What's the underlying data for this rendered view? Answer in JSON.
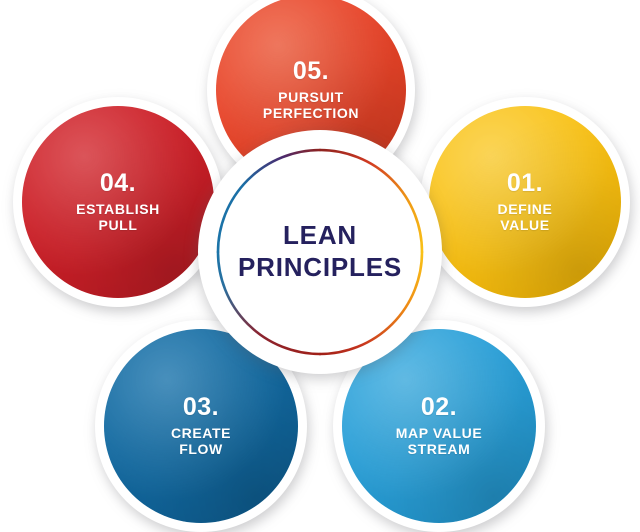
{
  "diagram": {
    "type": "petal-cycle",
    "center": {
      "title_line1": "LEAN",
      "title_line2": "PRINCIPLES",
      "text_color": "#25215e",
      "ring_colors": [
        "#1b74a8",
        "#2a1d60",
        "#b0281f",
        "#e8452a",
        "#f0a019",
        "#f9c217"
      ]
    },
    "petals": [
      {
        "id": "01",
        "number": "01.",
        "label_line1": "DEFINE",
        "label_line2": "VALUE",
        "color": "#f9c217",
        "position": "right"
      },
      {
        "id": "02",
        "number": "02.",
        "label_line1": "MAP VALUE",
        "label_line2": "STREAM",
        "color": "#2ba0d8",
        "position": "bottom-right"
      },
      {
        "id": "03",
        "number": "03.",
        "label_line1": "CREATE",
        "label_line2": "FLOW",
        "color": "#1269a0",
        "position": "bottom-left"
      },
      {
        "id": "04",
        "number": "04.",
        "label_line1": "ESTABLISH",
        "label_line2": "PULL",
        "color": "#cc2028",
        "position": "left"
      },
      {
        "id": "05",
        "number": "05.",
        "label_line1": "PURSUIT",
        "label_line2": "PERFECTION",
        "color": "#e8452a",
        "position": "top"
      }
    ]
  }
}
